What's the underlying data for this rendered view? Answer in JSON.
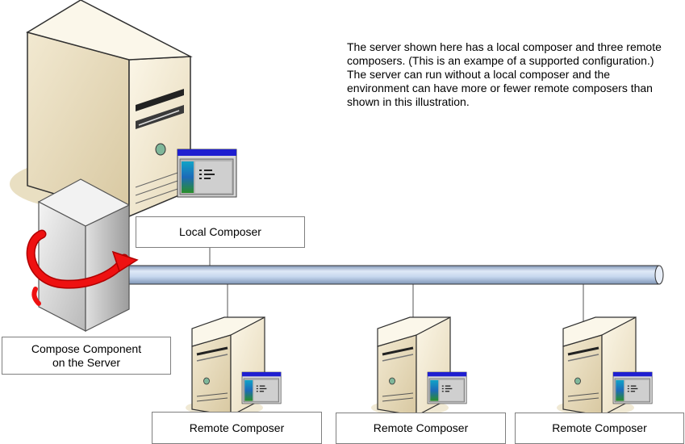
{
  "description": "The server shown here has a local composer and three remote composers. (This is an exampe of a supported configuration.) The server can run without a local composer and the environment can have more or fewer remote composers than shown in this illustration.",
  "labels": {
    "local_composer": "Local Composer",
    "compose_component_line1": "Compose Component",
    "compose_component_line2": "on the Server",
    "remote_composer_1": "Remote Composer",
    "remote_composer_2": "Remote Composer",
    "remote_composer_3": "Remote Composer"
  },
  "icons": {
    "main_server": "server-tower-icon",
    "compose_component": "compose-component-cube-icon",
    "composer_window": "application-window-icon",
    "network_bus": "network-cable"
  },
  "colors": {
    "server_body": "#efe4c7",
    "cube_body": "#dcdcdc",
    "arrow": "#ee1111",
    "cable": "#c6d7ee",
    "window_title": "#1f1fd0"
  }
}
